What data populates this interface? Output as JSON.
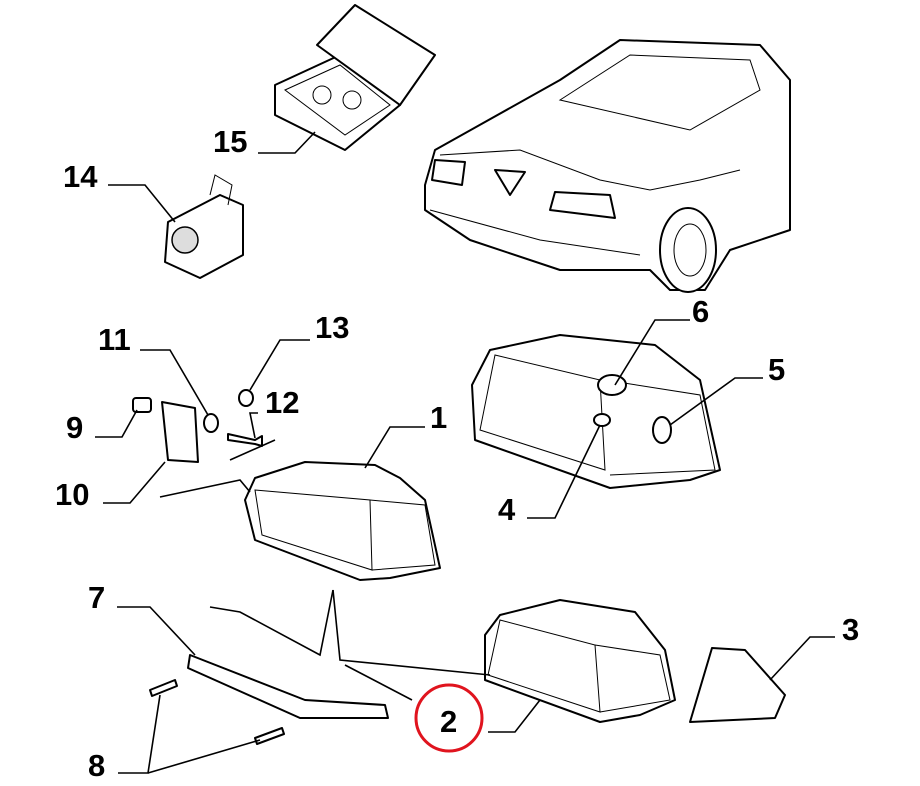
{
  "diagram": {
    "callouts": {
      "c1": "1",
      "c2": "2",
      "c3": "3",
      "c4": "4",
      "c5": "5",
      "c6": "6",
      "c7": "7",
      "c8": "8",
      "c9": "9",
      "c10": "10",
      "c11": "11",
      "c12": "12",
      "c13": "13",
      "c14": "14",
      "c15": "15"
    },
    "highlighted_callout": "2",
    "highlight_color": "#e0141e"
  }
}
